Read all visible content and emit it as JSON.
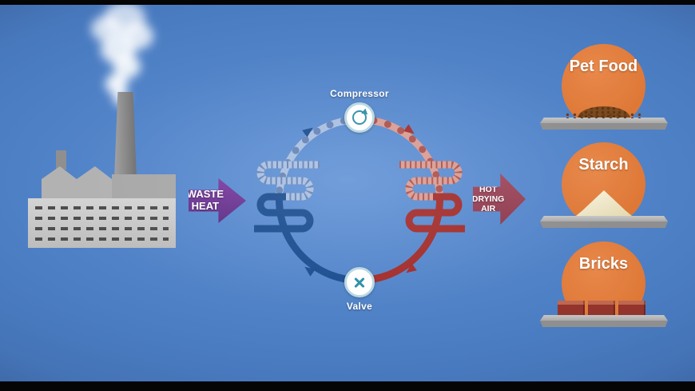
{
  "colors": {
    "bg_center": "#6293d6",
    "bg_mid": "#4a7cc2",
    "bg_edge": "#355c96",
    "waste_arrow": "#7c3da2",
    "hot_air_arrow": "#8e3a4e",
    "cold_liquid": "#1c4e90",
    "cold_vapor": "#a9bfe0",
    "cold_speckle": "#3a5d9c",
    "hot_liquid": "#a32f2d",
    "hot_vapor": "#d99c94",
    "hot_speckle": "#8e2420",
    "device_teal": "#2e8fa8",
    "device_border": "#b9d8e2",
    "product_orange": "#de7837",
    "tray_gray": "#c6c6c6",
    "tray_edge": "#8f8f8f",
    "kibble_brown": "#7c4a1f",
    "starch_cream": "#e3d8b0",
    "brick_red": "#93352c"
  },
  "waste_heat_arrow": {
    "label": "WASTE\nHEAT"
  },
  "hot_air_arrow": {
    "label": "HOT\nDRYING\nAIR"
  },
  "cycle": {
    "compressor_label": "Compressor",
    "valve_label": "Valve",
    "icons": {
      "compressor": "rotation-arrow-icon",
      "valve": "cross-icon",
      "flow": [
        "cold-rising",
        "hot-descending",
        "hot-to-valve",
        "cold-from-valve"
      ]
    }
  },
  "products": [
    {
      "label": "Pet Food",
      "pile": "kibble"
    },
    {
      "label": "Starch",
      "pile": "powder"
    },
    {
      "label": "Bricks",
      "pile": "bricks"
    }
  ]
}
